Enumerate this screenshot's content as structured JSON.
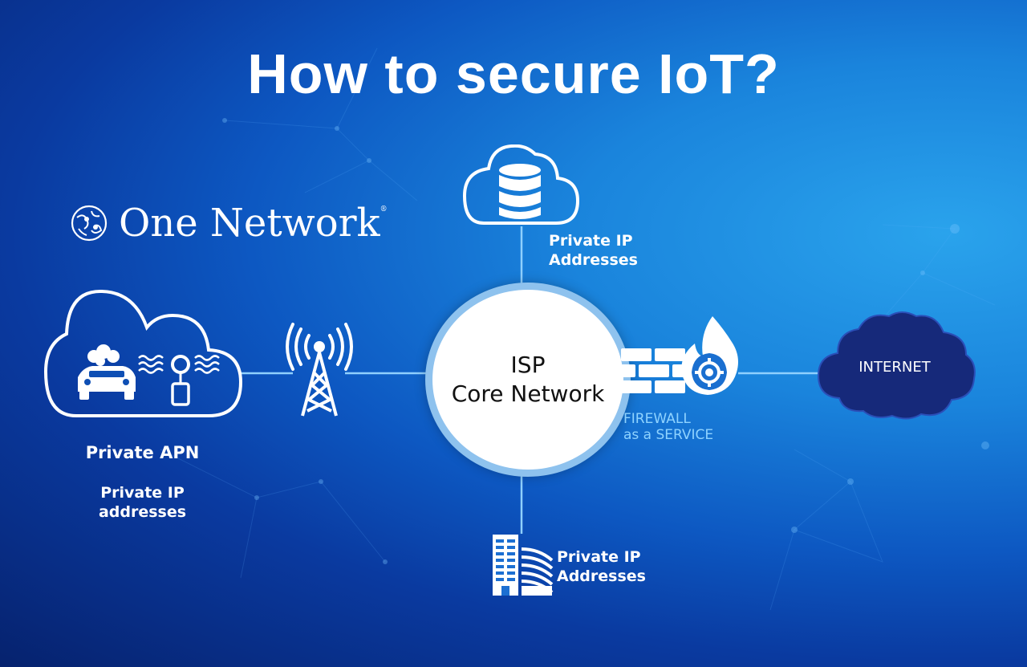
{
  "title": "How to secure IoT?",
  "brand": {
    "name": "One Network",
    "mark": "®"
  },
  "apn": {
    "title": "Private APN",
    "subtitle_line1": "Private IP",
    "subtitle_line2": "addresses"
  },
  "core": {
    "line1": "ISP",
    "line2": "Core Network"
  },
  "cloud_storage": {
    "line1": "Private IP",
    "line2": "Addresses"
  },
  "enterprise": {
    "line1": "Private IP",
    "line2": "Addresses"
  },
  "firewall": {
    "line1": "FIREWALL",
    "line2": "as a SERVICE"
  },
  "internet": {
    "label": "INTERNET"
  },
  "colors": {
    "background_dark": "#06226e",
    "background_light": "#2aa3ec",
    "core_ring": "#8ec2ee",
    "firewall_text": "#8fd3ff",
    "internet_cloud": "#16297a"
  },
  "icons": [
    "cloud-database-icon",
    "iot-cloud-icon",
    "cell-tower-icon",
    "firewall-icon",
    "office-building-icon",
    "internet-cloud-icon",
    "puzzle-globe-logo"
  ]
}
